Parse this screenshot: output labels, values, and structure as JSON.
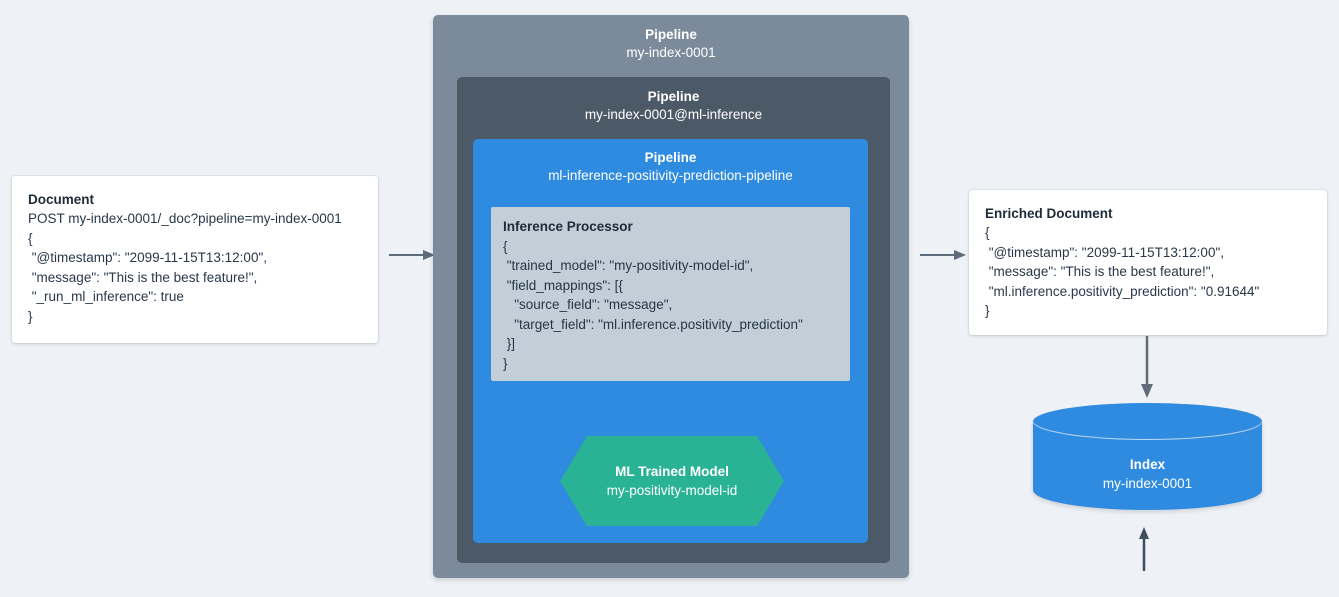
{
  "background_color": "#eef1f5",
  "palette": {
    "outer_pipeline": "#7b8b9b",
    "mid_pipeline": "#4c5a67",
    "inner_pipeline": "#2e8bdf",
    "processor_fill": "#c3ced9",
    "processor_border": "#2e8bdf",
    "model_green": "#2ab294",
    "index_blue": "#2e8bdf",
    "arrow_gray": "#5d6b7a",
    "card_white": "#ffffff",
    "text_dark": "#1d2b3a"
  },
  "document_card": {
    "title": "Document",
    "lines": [
      "POST my-index-0001/_doc?pipeline=my-index-0001",
      "{",
      " \"@timestamp\": \"2099-11-15T13:12:00\",",
      " \"message\": \"This is the best feature!\",",
      " \"_run_ml_inference\": true",
      "}"
    ]
  },
  "pipeline_outer": {
    "kind": "Pipeline",
    "name": "my-index-0001"
  },
  "pipeline_mid": {
    "kind": "Pipeline",
    "name": "my-index-0001@ml-inference"
  },
  "pipeline_inner": {
    "kind": "Pipeline",
    "name": "ml-inference-positivity-prediction-pipeline"
  },
  "processor": {
    "title": "Inference Processor",
    "lines": [
      "{",
      " \"trained_model\": \"my-positivity-model-id\",",
      " \"field_mappings\": [{",
      "   \"source_field\": \"message\",",
      "   \"target_field\": \"ml.inference.positivity_prediction\"",
      " }]",
      "}"
    ]
  },
  "model": {
    "title": "ML Trained Model",
    "name": "my-positivity-model-id"
  },
  "enriched_card": {
    "title": "Enriched Document",
    "lines": [
      "{",
      " \"@timestamp\": \"2099-11-15T13:12:00\",",
      " \"message\": \"This is the best feature!\",",
      " \"ml.inference.positivity_prediction\": \"0.91644\"",
      "}"
    ]
  },
  "index": {
    "title": "Index",
    "name": "my-index-0001"
  },
  "arrows": [
    {
      "name": "document-to-pipeline",
      "direction": "right"
    },
    {
      "name": "pipeline-to-enriched-document",
      "direction": "right"
    },
    {
      "name": "enriched-document-to-index",
      "direction": "down"
    },
    {
      "name": "model-to-processor",
      "direction": "up"
    }
  ]
}
